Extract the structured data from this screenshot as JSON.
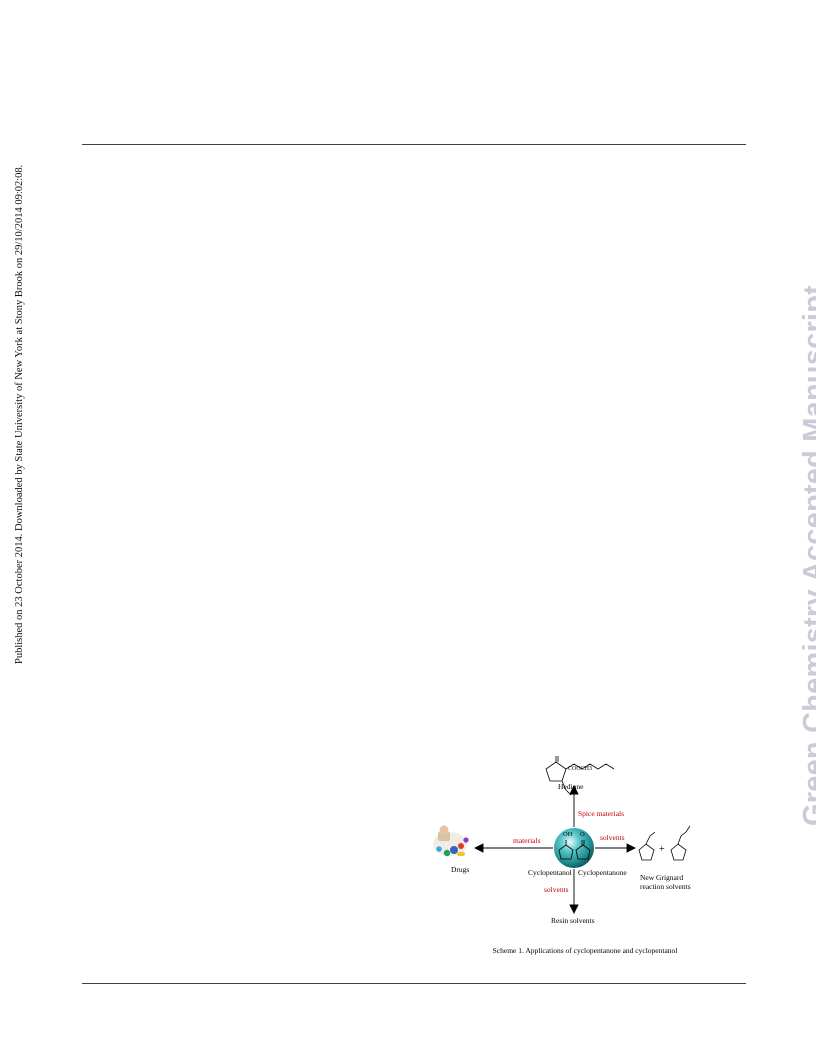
{
  "side_note": "Published on 23 October 2014. Downloaded by State University of New York at Stony Brook on 29/10/2014 09:02:08.",
  "watermark": "Green Chemistry Accepted Manuscript",
  "scheme": {
    "top_product_label": "Hedione",
    "top_product_substituent": "COOCH3",
    "arrow_up_label": "Spice materials",
    "arrow_left_label": "materials",
    "arrow_right_label": "solvents",
    "arrow_down_label": "solvents",
    "left_product_label": "Drugs",
    "right_product_label_line1": "New Grignard",
    "right_product_label_line2": "reaction solvents",
    "bottom_product_label": "Resin solvents",
    "center_left_label": "Cyclopentanol",
    "center_right_label": "Cyclopentanone",
    "oh_label": "OH",
    "o_label": "O",
    "plus_sign": "+",
    "caption": "Scheme 1. Applications of cyclopentanone and cyclopentanol",
    "colors": {
      "accent_red": "#c00000",
      "sphere": "#2aa3a6",
      "watermark": "#c9cbd9"
    }
  }
}
